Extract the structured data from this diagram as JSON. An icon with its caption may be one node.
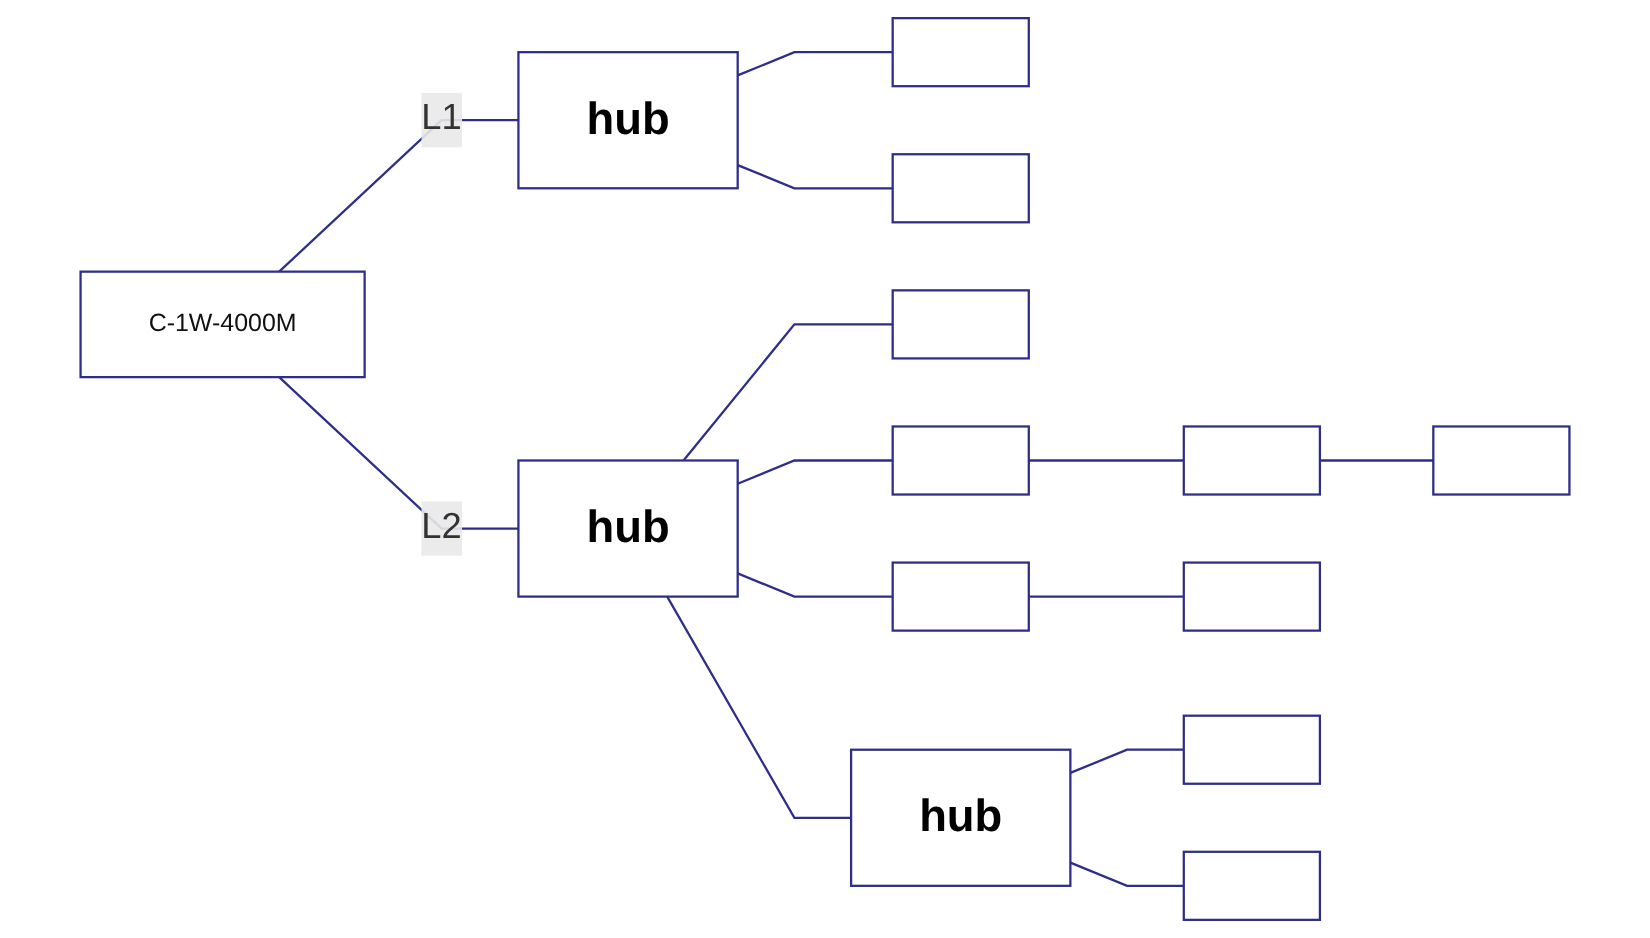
{
  "diagram": {
    "nodes": [
      {
        "text": [
          "C-1W-4000M"
        ]
      },
      {
        "text": [
          "hub"
        ]
      },
      {
        "text": [],
        "shape": "box"
      },
      {
        "text": [],
        "shape": "box"
      },
      {
        "text": [
          "hub"
        ]
      },
      {
        "text": [],
        "shape": "box"
      },
      {
        "text": [],
        "shape": "box"
      },
      {
        "text": [],
        "shape": "box"
      },
      {
        "text": [],
        "shape": "box"
      },
      {
        "text": [],
        "shape": "box"
      },
      {
        "text": [],
        "shape": "box"
      },
      {
        "text": [
          "hub"
        ]
      },
      {
        "text": [],
        "shape": "box"
      },
      {
        "text": [],
        "shape": "box"
      }
    ],
    "edges": [
      {
        "from": 0,
        "to": 1,
        "arrow": "none",
        "label": "L1"
      },
      {
        "from": 0,
        "to": 4,
        "arrow": "none",
        "label": "L2"
      },
      {
        "from": 1,
        "to": 2,
        "arrow": "none"
      },
      {
        "from": 1,
        "to": 3,
        "arrow": "none"
      },
      {
        "from": 4,
        "to": 5,
        "arrow": "none"
      },
      {
        "from": 4,
        "to": 6,
        "arrow": "none"
      },
      {
        "from": 6,
        "to": 7,
        "arrow": "none"
      },
      {
        "from": 7,
        "to": 8,
        "arrow": "none"
      },
      {
        "from": 4,
        "to": 9,
        "arrow": "none"
      },
      {
        "from": 9,
        "to": 10,
        "arrow": "none"
      },
      {
        "from": 4,
        "to": 11,
        "arrow": "none"
      },
      {
        "from": 11,
        "to": 12,
        "arrow": "none"
      },
      {
        "from": 11,
        "to": 13,
        "arrow": "none"
      }
    ]
  }
}
